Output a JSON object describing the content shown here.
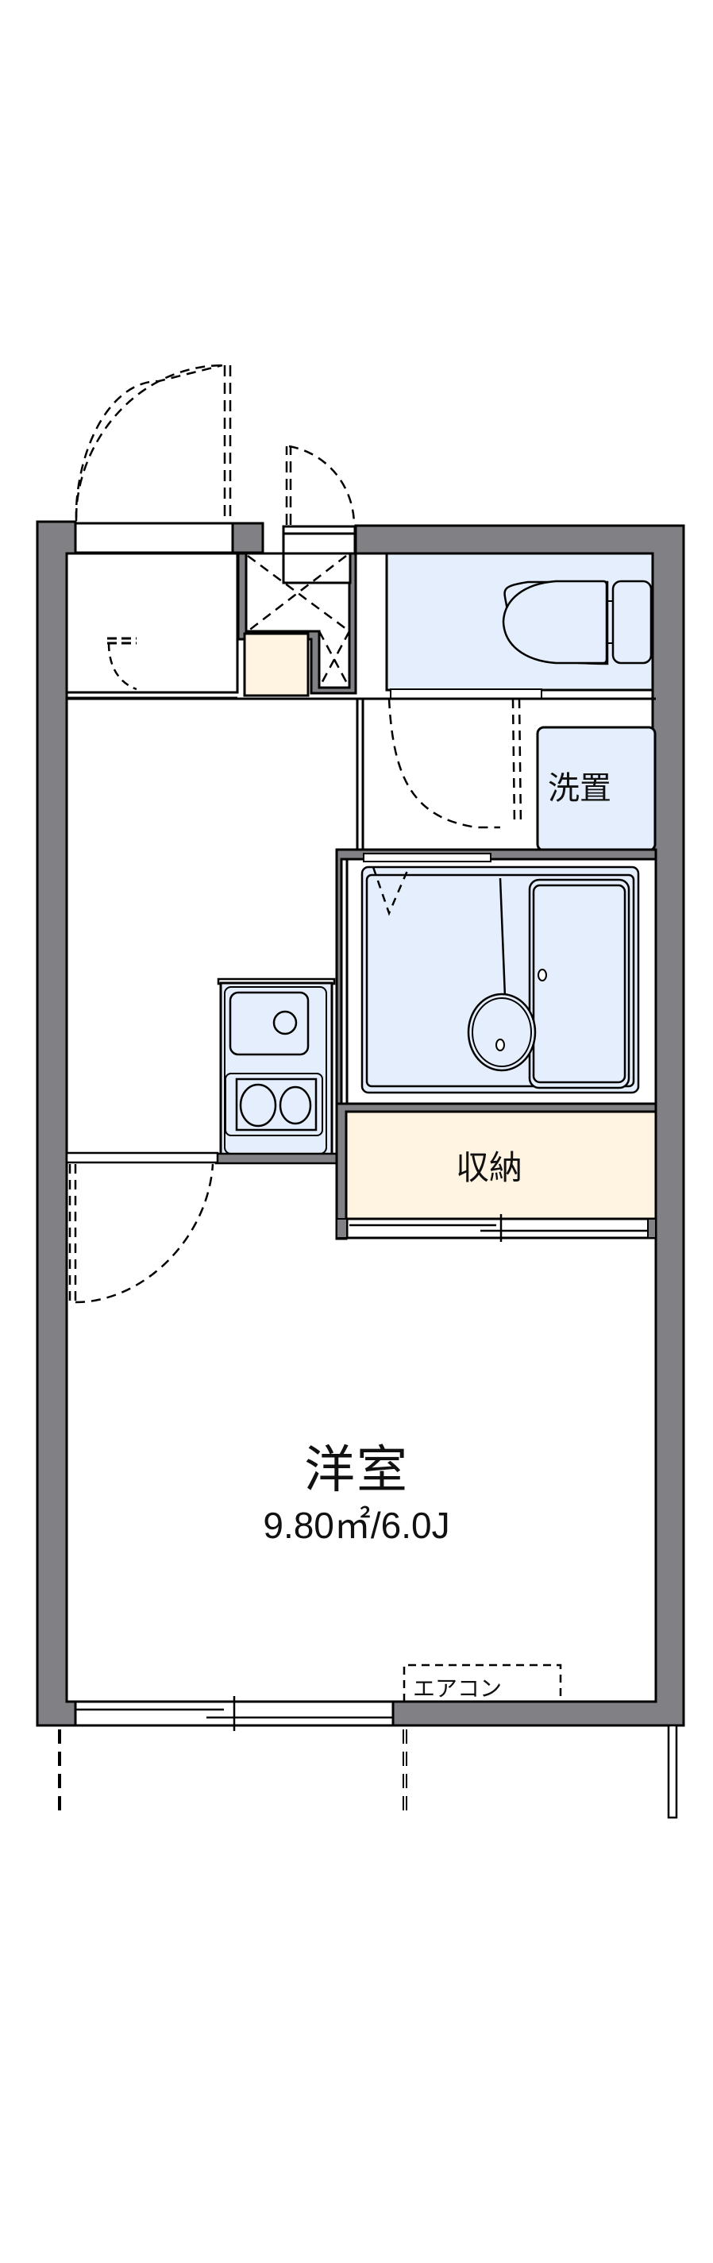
{
  "floorplan": {
    "rooms": {
      "western_room": {
        "name": "洋室",
        "area": "9.80㎡/6.0J"
      },
      "laundry": {
        "name": "洗置"
      },
      "storage": {
        "name": "収納"
      },
      "toilet": {
        "name": ""
      },
      "bathroom": {
        "name": ""
      },
      "kitchen": {
        "name": ""
      },
      "entrance": {
        "name": ""
      }
    },
    "fixtures": {
      "air_conditioner": {
        "label": "エアコン"
      }
    },
    "colors": {
      "wall": "#808085",
      "wet_area": "#e4eefc",
      "storage_fill": "#fff4e2",
      "line": "#000000",
      "background": "#ffffff"
    }
  }
}
